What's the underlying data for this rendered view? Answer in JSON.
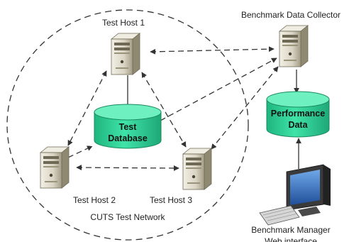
{
  "nodes": {
    "host1": {
      "label": "Test Host 1",
      "icon": "server-icon"
    },
    "host2": {
      "label": "Test Host 2",
      "icon": "server-icon"
    },
    "host3": {
      "label": "Test Host 3",
      "icon": "server-icon"
    },
    "collector": {
      "label": "Benchmark Data Collector",
      "icon": "server-icon"
    },
    "test_db": {
      "label_line1": "Test",
      "label_line2": "Database",
      "icon": "database-icon"
    },
    "perf_db": {
      "label_line1": "Performance",
      "label_line2": "Data",
      "icon": "database-icon"
    },
    "manager": {
      "label_line1": "Benchmark Manager",
      "label_line2": "Web interface",
      "icon": "workstation-icon"
    }
  },
  "network": {
    "label": "CUTS Test Network"
  },
  "colors": {
    "db_fill": "#2ed39a",
    "db_top": "#6ff0c0",
    "db_stroke": "#1a8a5e",
    "server_body": "#d9d4c4",
    "server_dark": "#8c866f",
    "line": "#333333"
  }
}
